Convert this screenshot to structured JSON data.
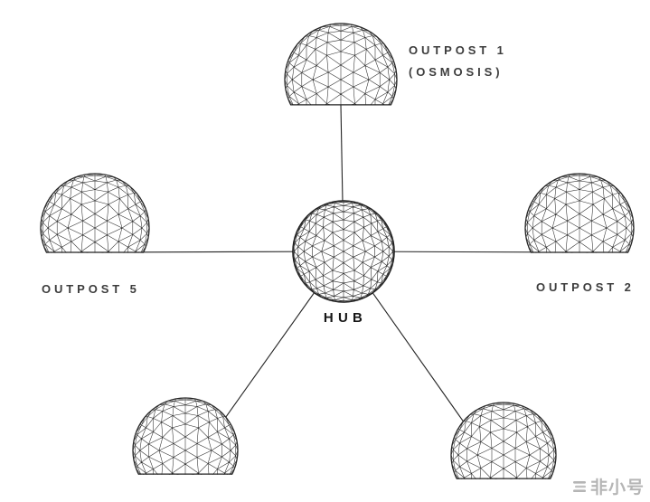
{
  "diagram": {
    "title": "hub-and-spoke network of geodesic domes",
    "hub": {
      "label": "HUB"
    },
    "outposts": [
      {
        "label": "OUTPOST 1",
        "sublabel": "(OSMOSIS)"
      },
      {
        "label": "OUTPOST 2",
        "sublabel": ""
      },
      {
        "label": "",
        "sublabel": ""
      },
      {
        "label": "",
        "sublabel": ""
      },
      {
        "label": "OUTPOST 5",
        "sublabel": ""
      }
    ]
  },
  "watermark": {
    "text": "非小号"
  },
  "colors": {
    "line": "#222222",
    "mesh": "#2b2b2b",
    "label": "#3d3d3d",
    "watermark": "#b5b5b5",
    "background": "#ffffff"
  }
}
